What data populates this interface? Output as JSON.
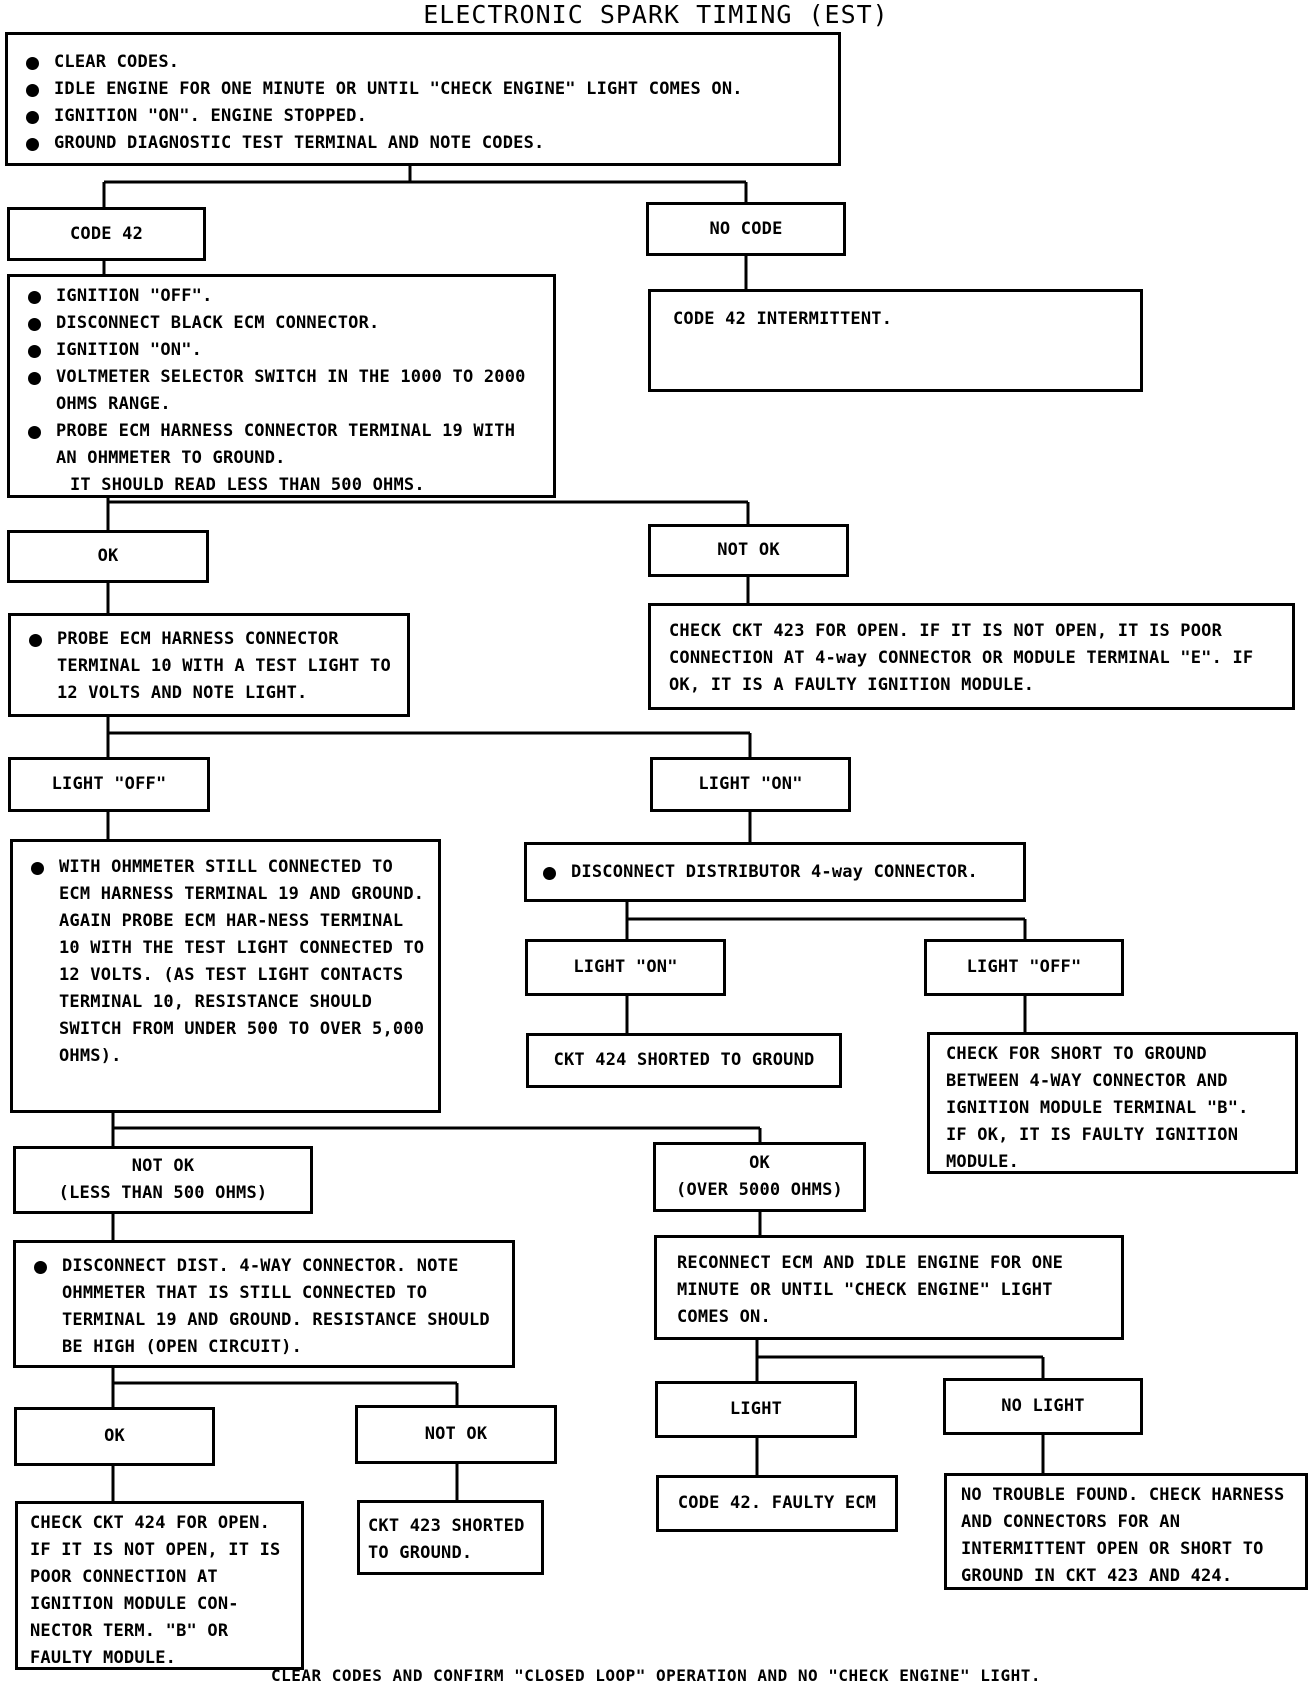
{
  "title": "ELECTRONIC SPARK TIMING (EST)",
  "start": {
    "items": [
      "CLEAR CODES.",
      "IDLE ENGINE FOR ONE MINUTE OR UNTIL \"CHECK ENGINE\" LIGHT COMES ON.",
      "IGNITION \"ON\". ENGINE STOPPED.",
      "GROUND DIAGNOSTIC TEST TERMINAL AND NOTE CODES."
    ]
  },
  "code42": {
    "label": "CODE 42"
  },
  "no_code": {
    "label": "NO CODE"
  },
  "code42_intermittent": {
    "text": "CODE 42 INTERMITTENT."
  },
  "step_a": {
    "items": [
      "IGNITION \"OFF\".",
      "DISCONNECT BLACK ECM CONNECTOR.",
      "IGNITION \"ON\".",
      "VOLTMETER SELECTOR SWITCH IN THE 1000 TO 2000 OHMS RANGE.",
      "PROBE ECM HARNESS CONNECTOR TERMINAL 19 WITH AN OHMMETER TO GROUND."
    ],
    "note": "IT SHOULD READ LESS THAN 500 OHMS."
  },
  "ok_1": {
    "label": "OK"
  },
  "not_ok_1": {
    "label": "NOT OK"
  },
  "check_ckt_423": {
    "text": "CHECK CKT 423 FOR OPEN.  IF IT IS NOT OPEN, IT IS POOR CONNECTION AT 4-way CONNECTOR OR MODULE TERMINAL \"E\".  IF OK, IT IS A FAULTY IGNITION MODULE."
  },
  "probe_terminal_10": {
    "items": [
      "PROBE ECM HARNESS CONNECTOR TERMINAL 10 WITH A TEST LIGHT TO 12 VOLTS AND NOTE LIGHT."
    ]
  },
  "light_off_1": {
    "label": "LIGHT \"OFF\""
  },
  "light_on_1": {
    "label": "LIGHT \"ON\""
  },
  "ohmmeter_step": {
    "items": [
      "WITH OHMMETER STILL CONNECTED TO ECM HARNESS TERMINAL 19 AND GROUND. AGAIN PROBE ECM HAR-NESS TERMINAL 10 WITH THE TEST LIGHT CONNECTED TO 12 VOLTS. (AS TEST LIGHT CONTACTS TERMINAL 10, RESISTANCE SHOULD SWITCH FROM UNDER 500 TO OVER 5,000 OHMS)."
    ]
  },
  "disconnect_distributor": {
    "items": [
      "DISCONNECT DISTRIBUTOR 4-way CONNECTOR."
    ]
  },
  "light_on_2": {
    "label": "LIGHT \"ON\""
  },
  "light_off_2": {
    "label": "LIGHT \"OFF\""
  },
  "ckt_424_shorted": {
    "text": "CKT 424 SHORTED TO GROUND"
  },
  "check_short": {
    "text": "CHECK FOR SHORT TO GROUND BETWEEN 4-WAY CONNECTOR AND IGNITION MODULE TERMINAL \"B\". IF OK, IT IS FAULTY IGNITION MODULE."
  },
  "not_ok_2": {
    "label": "NOT OK\n(LESS THAN 500 OHMS)"
  },
  "ok_2": {
    "label": "OK\n(OVER 5000 OHMS)"
  },
  "disconnect_dist": {
    "items": [
      "DISCONNECT DIST. 4-WAY CONNECTOR.   NOTE OHMMETER THAT IS STILL CONNECTED TO TERMINAL 19 AND GROUND.   RESISTANCE SHOULD BE HIGH (OPEN CIRCUIT)."
    ]
  },
  "reconnect_ecm": {
    "text": "RECONNECT ECM AND IDLE ENGINE FOR ONE MINUTE OR UNTIL \"CHECK ENGINE\" LIGHT COMES ON."
  },
  "ok_3": {
    "label": "OK"
  },
  "not_ok_3": {
    "label": "NOT OK"
  },
  "light_3": {
    "label": "LIGHT"
  },
  "no_light": {
    "label": "NO LIGHT"
  },
  "check_ckt_424": {
    "text": "CHECK CKT 424 FOR OPEN. IF IT IS NOT OPEN, IT IS POOR CONNECTION AT IGNITION MODULE CON-NECTOR TERM. \"B\" OR FAULTY MODULE."
  },
  "ckt_423_shorted": {
    "text": "CKT 423 SHORTED TO GROUND."
  },
  "code42_faulty_ecm": {
    "text": "CODE 42. FAULTY ECM"
  },
  "no_trouble": {
    "text": "NO TROUBLE FOUND.  CHECK HARNESS AND CONNECTORS FOR AN INTERMITTENT OPEN OR SHORT TO GROUND IN CKT 423 AND 424."
  },
  "footer": "CLEAR CODES AND CONFIRM \"CLOSED LOOP\" OPERATION AND NO \"CHECK ENGINE\" LIGHT."
}
